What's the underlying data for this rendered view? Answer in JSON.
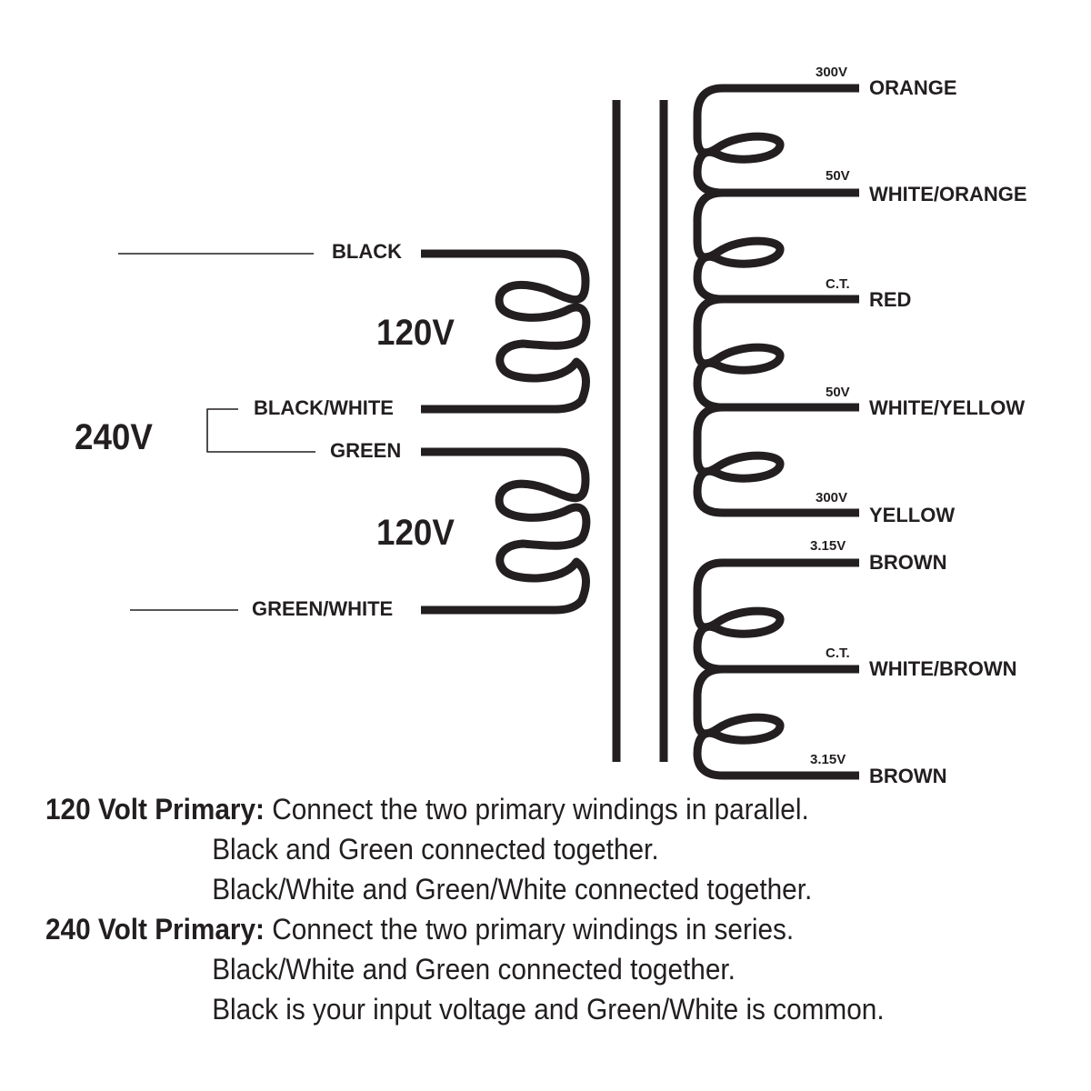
{
  "diagram": {
    "type": "transformer-wiring-schematic",
    "primary": {
      "combined_voltage_label": "240V",
      "windings": [
        {
          "voltage_label": "120V",
          "start_lead": "BLACK",
          "end_lead": "BLACK/WHITE"
        },
        {
          "voltage_label": "120V",
          "start_lead": "GREEN",
          "end_lead": "GREEN/WHITE"
        }
      ],
      "leads": [
        "BLACK",
        "BLACK/WHITE",
        "GREEN",
        "GREEN/WHITE"
      ]
    },
    "secondary_high_voltage": {
      "taps": [
        {
          "tap_label": "300V",
          "lead": "ORANGE"
        },
        {
          "tap_label": "50V",
          "lead": "WHITE/ORANGE"
        },
        {
          "tap_label": "C.T.",
          "lead": "RED"
        },
        {
          "tap_label": "50V",
          "lead": "WHITE/YELLOW"
        },
        {
          "tap_label": "300V",
          "lead": "YELLOW"
        }
      ]
    },
    "secondary_heater": {
      "taps": [
        {
          "tap_label": "3.15V",
          "lead": "BROWN"
        },
        {
          "tap_label": "C.T.",
          "lead": "WHITE/BROWN"
        },
        {
          "tap_label": "3.15V",
          "lead": "BROWN"
        }
      ]
    },
    "colors": {
      "ink": "#231f20",
      "background": "#ffffff"
    }
  },
  "notes": {
    "p120": {
      "heading": "120 Volt Primary:",
      "text": " Connect the two primary windings in parallel.",
      "lines": [
        "Black and Green connected together.",
        "Black/White and Green/White connected together."
      ]
    },
    "p240": {
      "heading": "240 Volt Primary:",
      "text": " Connect the two primary windings in series.",
      "lines": [
        "Black/White and Green connected together.",
        "Black is your input voltage and Green/White is common."
      ]
    }
  }
}
